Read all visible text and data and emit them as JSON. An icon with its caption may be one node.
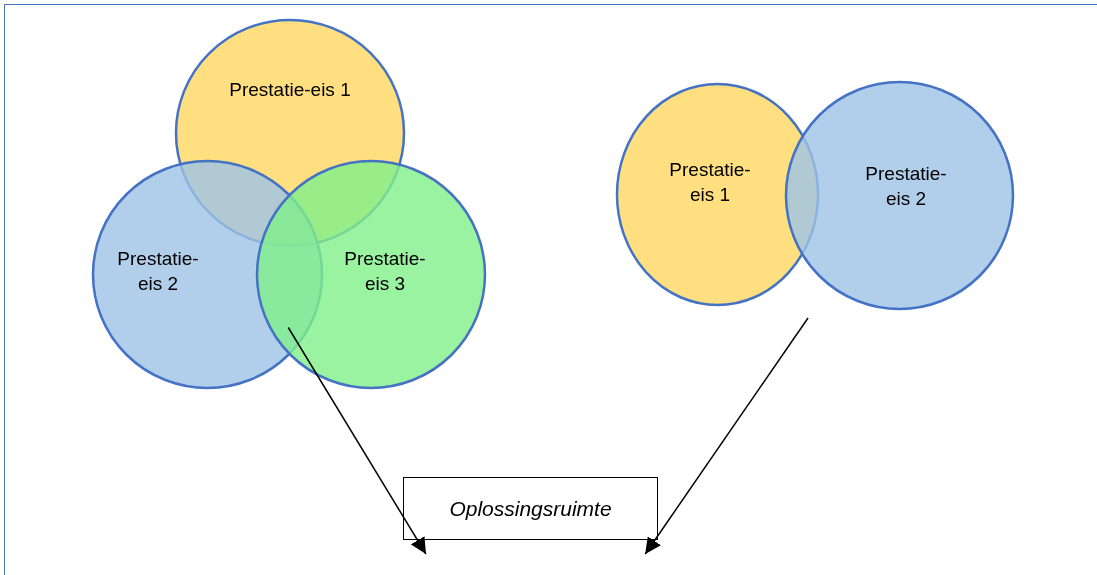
{
  "diagram": {
    "nodes": [
      {
        "text": [
          "Prestatie-eis 1"
        ]
      },
      {
        "text": [
          "Prestatie-eis 2"
        ]
      },
      {
        "text": [
          "Prestatie-eis 3"
        ]
      },
      {
        "text": [
          "Prestatie-eis 1"
        ]
      },
      {
        "text": [
          "Prestatie-eis 2"
        ]
      },
      {
        "text": [
          "Oplossingsruimte"
        ]
      }
    ],
    "edges": [
      {
        "from": 1,
        "to": 5,
        "arrow": "to"
      },
      {
        "from": 2,
        "to": 5,
        "arrow": "to"
      },
      {
        "from": null,
        "to": 5,
        "arrow": "to"
      }
    ]
  }
}
